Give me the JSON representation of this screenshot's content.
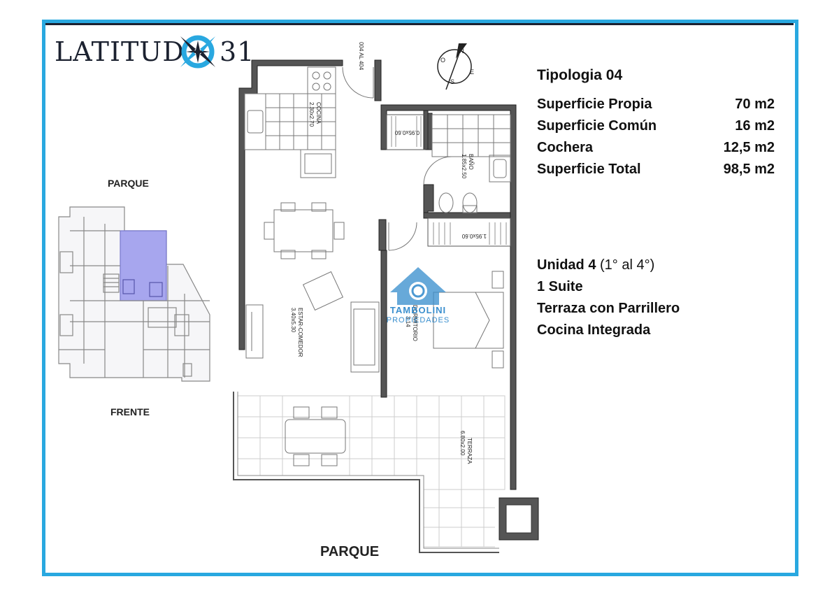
{
  "logo": {
    "left_text": "LATITUD",
    "right_text": "31"
  },
  "typology": {
    "title": "Tipologia 04",
    "rows": [
      {
        "label": "Superficie Propia",
        "value": "70 m2"
      },
      {
        "label": "Superficie Común",
        "value": "16 m2"
      },
      {
        "label": "Cochera",
        "value": "12,5 m2"
      },
      {
        "label": "Superficie Total",
        "value": "98,5 m2"
      }
    ]
  },
  "unit": {
    "name": "Unidad 4",
    "floors": "(1° al 4°)",
    "features": [
      "1 Suite",
      "Terraza con Parrillero",
      "Cocina Integrada"
    ]
  },
  "site_plan": {
    "top_label": "PARQUE",
    "bottom_label": "FRENTE"
  },
  "plan_labels": {
    "bottom": "PARQUE",
    "units_range": "004 AL 404",
    "cocina": "COCINA",
    "cocina_dim": "2.30x2.70",
    "bano": "BAÑO",
    "bano_dim": "1.85x2.50",
    "estar": "ESTAR-COMEDOR",
    "estar_dim": "3.40x5.30",
    "dormitorio": "DORMITORIO",
    "dormitorio_dim": "3.14",
    "terraza": "TERRAZA",
    "terraza_dim": "6.80x2.00",
    "closet1": "0.95x0.60",
    "closet2": "1.95x0.60"
  },
  "watermark": {
    "name": "TAMBOLINI",
    "sub": "PROPIEDADES"
  },
  "compass": {
    "letters": [
      "N",
      "O",
      "E",
      "S"
    ]
  },
  "colors": {
    "frame": "#29a8e0",
    "walls": "#555555",
    "highlight": "#9999ee",
    "logo_blue": "#29a8e0"
  }
}
